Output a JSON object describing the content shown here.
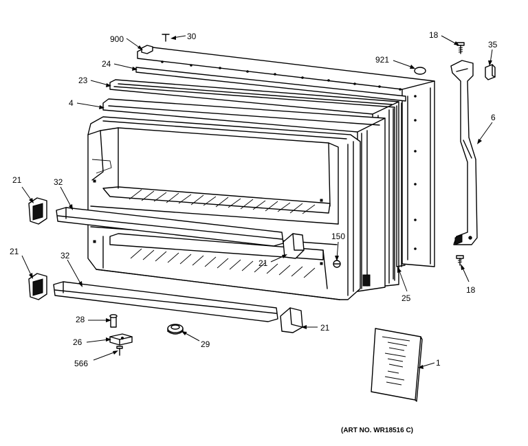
{
  "diagram": {
    "callouts": [
      {
        "id": "c900",
        "text": "900"
      },
      {
        "id": "c30",
        "text": "30"
      },
      {
        "id": "c24",
        "text": "24"
      },
      {
        "id": "c23",
        "text": "23"
      },
      {
        "id": "c4",
        "text": "4"
      },
      {
        "id": "c921",
        "text": "921"
      },
      {
        "id": "c18a",
        "text": "18"
      },
      {
        "id": "c35",
        "text": "35"
      },
      {
        "id": "c6",
        "text": "6"
      },
      {
        "id": "c21a",
        "text": "21"
      },
      {
        "id": "c32a",
        "text": "32"
      },
      {
        "id": "c21b",
        "text": "21"
      },
      {
        "id": "c32b",
        "text": "32"
      },
      {
        "id": "c21c",
        "text": "21"
      },
      {
        "id": "c150",
        "text": "150"
      },
      {
        "id": "c18b",
        "text": "18"
      },
      {
        "id": "c25",
        "text": "25"
      },
      {
        "id": "c28",
        "text": "28"
      },
      {
        "id": "c26",
        "text": "26"
      },
      {
        "id": "c566",
        "text": "566"
      },
      {
        "id": "c29",
        "text": "29"
      },
      {
        "id": "c21d",
        "text": "21"
      },
      {
        "id": "c1",
        "text": "1"
      }
    ],
    "art_number": "(ART NO. WR18516 C)"
  }
}
